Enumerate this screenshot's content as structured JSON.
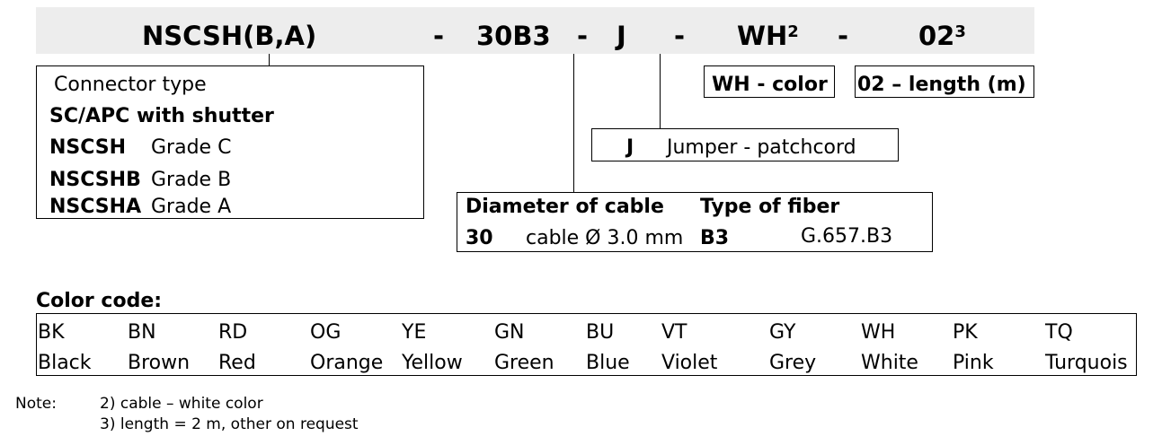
{
  "header": {
    "model": "NSCSH(B,A)",
    "dash": "-",
    "diameter_fiber_code": "30B3",
    "type_code": "J",
    "color_code": "WH",
    "color_note_ref": "2",
    "length_code": "02",
    "length_note_ref": "3"
  },
  "connector_box": {
    "title": "Connector type",
    "subtitle": "SC/APC with shutter",
    "rows": [
      {
        "code": "NSCSH",
        "grade": "Grade C"
      },
      {
        "code": "NSCSHB",
        "grade": "Grade B"
      },
      {
        "code": "NSCSHA",
        "grade": "Grade A"
      }
    ]
  },
  "color_label_box": "WH - color",
  "length_label_box": "02 – length (m)",
  "jumper_box": {
    "code": "J",
    "text": "Jumper - patchcord"
  },
  "cable_box": {
    "diameter_title": "Diameter of cable",
    "fiber_title": "Type of fiber",
    "diameter_code": "30",
    "diameter_text": "cable Ø 3.0 mm",
    "fiber_code": "B3",
    "fiber_text": "G.657.B3"
  },
  "color_code_section": {
    "title": "Color code:",
    "colors": [
      {
        "code": "BK",
        "name": "Black"
      },
      {
        "code": "BN",
        "name": "Brown"
      },
      {
        "code": "RD",
        "name": "Red"
      },
      {
        "code": "OG",
        "name": "Orange"
      },
      {
        "code": "YE",
        "name": "Yellow"
      },
      {
        "code": "GN",
        "name": "Green"
      },
      {
        "code": "BU",
        "name": "Blue"
      },
      {
        "code": "VT",
        "name": "Violet"
      },
      {
        "code": "GY",
        "name": "Grey"
      },
      {
        "code": "WH",
        "name": "White"
      },
      {
        "code": "PK",
        "name": "Pink"
      },
      {
        "code": "TQ",
        "name": "Turquois"
      }
    ]
  },
  "notes": {
    "label": "Note:",
    "lines": [
      "2) cable – white color",
      "3) length = 2 m, other on request"
    ]
  }
}
